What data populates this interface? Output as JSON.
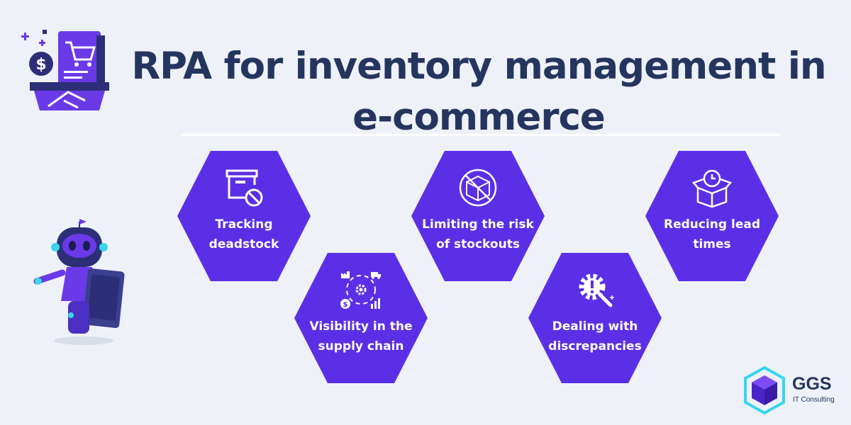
{
  "title": "RPA for inventory management in e-commerce",
  "items": [
    {
      "label": "Tracking deadstock",
      "icon": "archive-blocked-icon"
    },
    {
      "label": "Limiting the risk of stockouts",
      "icon": "no-box-icon"
    },
    {
      "label": "Reducing lead times",
      "icon": "box-clock-icon"
    },
    {
      "label": "Visibility in the supply chain",
      "icon": "supply-chain-cycle-icon"
    },
    {
      "label": "Dealing with discrepancies",
      "icon": "gear-search-icon"
    }
  ],
  "logo": {
    "name": "GGS",
    "subtitle": "IT Consulting"
  },
  "colors": {
    "hexagon": "#5b2fe6",
    "title": "#24355f",
    "background": "#eef1f7",
    "illustration_purple": "#6a3ae8",
    "illustration_dark": "#2c2f78"
  }
}
